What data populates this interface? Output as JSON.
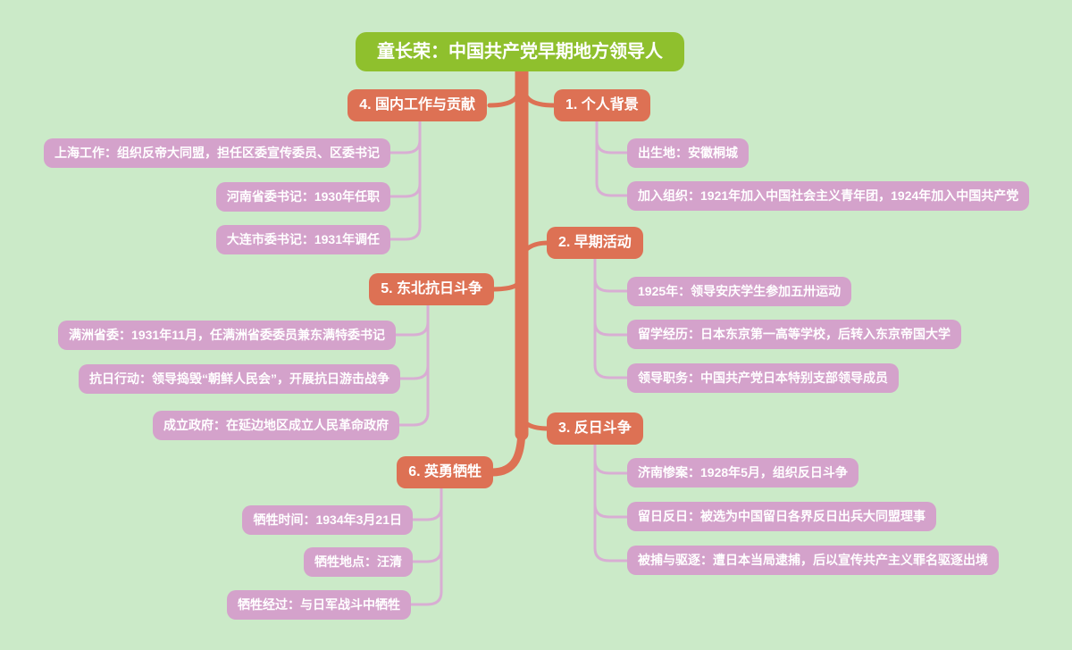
{
  "colors": {
    "background": "#cbeac8",
    "root_bg": "#8fc02d",
    "branch_bg": "#dd7154",
    "child_bg": "#d4a2cb",
    "branch_line": "#dd7154",
    "child_line": "#d8aed3",
    "text": "#ffffff"
  },
  "root": {
    "label": "童长荣：中国共产党早期地方领导人"
  },
  "branches": [
    {
      "label": "1. 个人背景",
      "children": [
        "出生地：安徽桐城",
        "加入组织：1921年加入中国社会主义青年团，1924年加入中国共产党"
      ]
    },
    {
      "label": "2. 早期活动",
      "children": [
        "1925年：领导安庆学生参加五卅运动",
        "留学经历：日本东京第一高等学校，后转入东京帝国大学",
        "领导职务：中国共产党日本特别支部领导成员"
      ]
    },
    {
      "label": "3. 反日斗争",
      "children": [
        "济南惨案：1928年5月，组织反日斗争",
        "留日反日：被选为中国留日各界反日出兵大同盟理事",
        "被捕与驱逐：遭日本当局逮捕，后以宣传共产主义罪名驱逐出境"
      ]
    },
    {
      "label": "4. 国内工作与贡献",
      "children": [
        "上海工作：组织反帝大同盟，担任区委宣传委员、区委书记",
        "河南省委书记：1930年任职",
        "大连市委书记：1931年调任"
      ]
    },
    {
      "label": "5. 东北抗日斗争",
      "children": [
        "满洲省委：1931年11月，任满洲省委委员兼东满特委书记",
        "抗日行动：领导捣毁“朝鲜人民会”，开展抗日游击战争",
        "成立政府：在延边地区成立人民革命政府"
      ]
    },
    {
      "label": "6. 英勇牺牲",
      "children": [
        "牺牲时间：1934年3月21日",
        "牺牲地点：汪清",
        "牺牲经过：与日军战斗中牺牲"
      ]
    }
  ]
}
